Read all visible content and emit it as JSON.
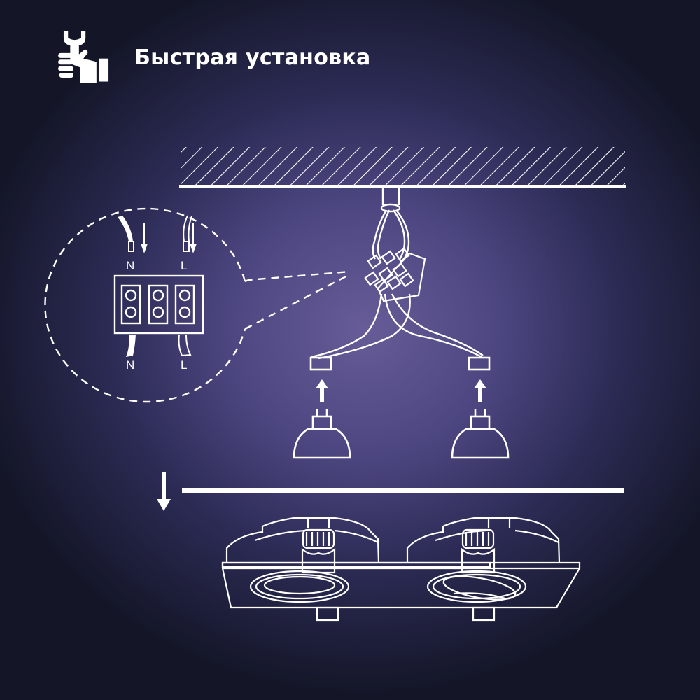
{
  "header": {
    "title": "Быстрая установка",
    "icon": "wrench-hand-icon"
  },
  "diagram": {
    "ceiling": {
      "icon": "hatched-ceiling"
    },
    "terminal_detail": {
      "top_labels": [
        "N",
        "L"
      ],
      "bottom_labels": [
        "N",
        "L"
      ],
      "terminal_count": 3
    },
    "lamps": {
      "count": 2,
      "type": "GU5.3 reflector bulb"
    },
    "fixture": {
      "type": "double rotary recessed downlight"
    },
    "colors": {
      "line": "#ffffff",
      "bg_center": "#675c97",
      "bg_edge": "#141628"
    }
  }
}
